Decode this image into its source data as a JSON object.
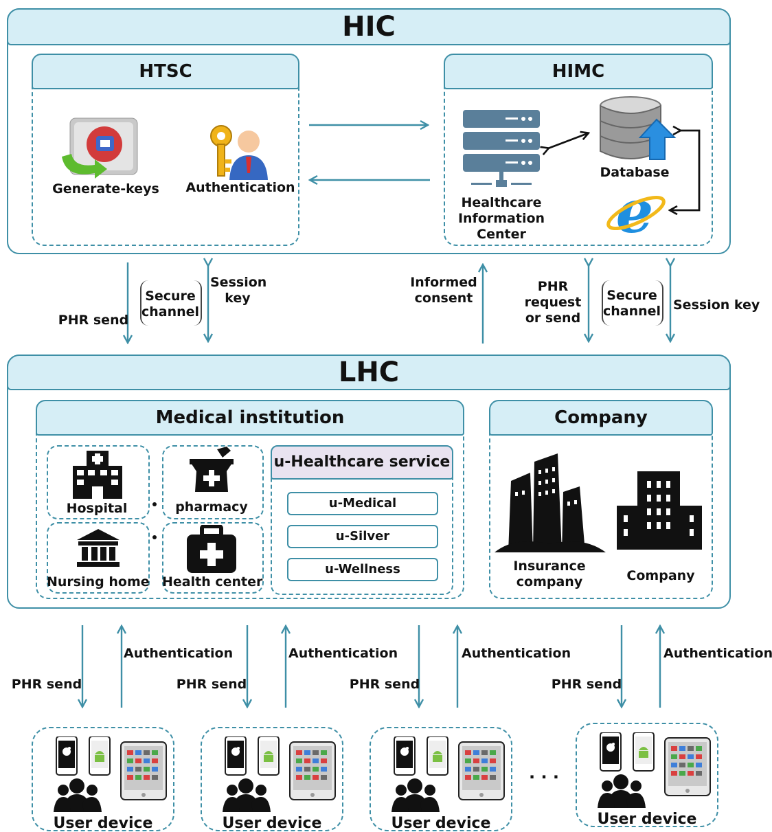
{
  "hic": {
    "title": "HIC"
  },
  "htsc": {
    "title": "HTSC",
    "generate_keys": "Generate-keys",
    "authentication": "Authentication"
  },
  "himc": {
    "title": "HIMC",
    "center_line1": "Healthcare",
    "center_line2": "Information",
    "center_line3": "Center",
    "database": "Database"
  },
  "links": {
    "phr_send": "PHR send",
    "secure_line1": "Secure",
    "secure_line2": "channel",
    "session_line1": "Session",
    "session_line2": "key",
    "informed_line1": "Informed",
    "informed_line2": "consent",
    "phr_req_line1": "PHR",
    "phr_req_line2": "request",
    "phr_req_line3": "or send",
    "secure2_line1": "Secure",
    "secure2_line2": "channel",
    "session_key": "Session key"
  },
  "lhc": {
    "title": "LHC"
  },
  "medical": {
    "title": "Medical institution",
    "hospital": "Hospital",
    "pharmacy": "pharmacy",
    "nursing_home": "Nursing home",
    "health_center": "Health center",
    "service_title": "u-Healthcare service",
    "services": [
      "u-Medical",
      "u-Silver",
      "u-Wellness"
    ]
  },
  "company": {
    "title": "Company",
    "insurance_line1": "Insurance",
    "insurance_line2": "company",
    "company_label": "Company"
  },
  "devices": {
    "phr_send": "PHR send",
    "authentication": "Authentication",
    "label": "User device",
    "ellipsis": "· · ·"
  },
  "colors": {
    "accent": "#3e8fa6",
    "header_fill": "#d6eef6",
    "text": "#111111"
  }
}
